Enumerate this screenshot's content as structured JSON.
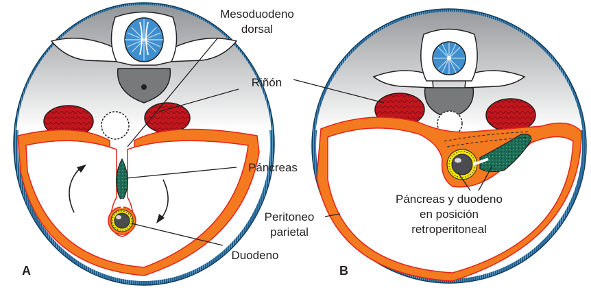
{
  "labels": {
    "mesoduodeno_line1": "Mesoduodeno",
    "mesoduodeno_line2": "dorsal",
    "rinon": "Riñón",
    "pancreas": "Páncreas",
    "peritoneo_line1": "Peritoneo",
    "peritoneo_line2": "parietal",
    "duodeno": "Duodeno",
    "retro_line1": "Páncreas y duodeno",
    "retro_line2": "en posición",
    "retro_line3": "retroperitoneal"
  },
  "panels": {
    "a": "A",
    "b": "B"
  },
  "colors": {
    "skin": "#1f5f8e",
    "peritoneum": "#f47a20",
    "peritoneum_edge": "#e2231a",
    "kidney": "#c2161e",
    "pancreas": "#1c6e56",
    "duodenum_ring": "#f2e600",
    "bone": "#8c8e90",
    "spinal_cord": "#3f8fcf"
  }
}
